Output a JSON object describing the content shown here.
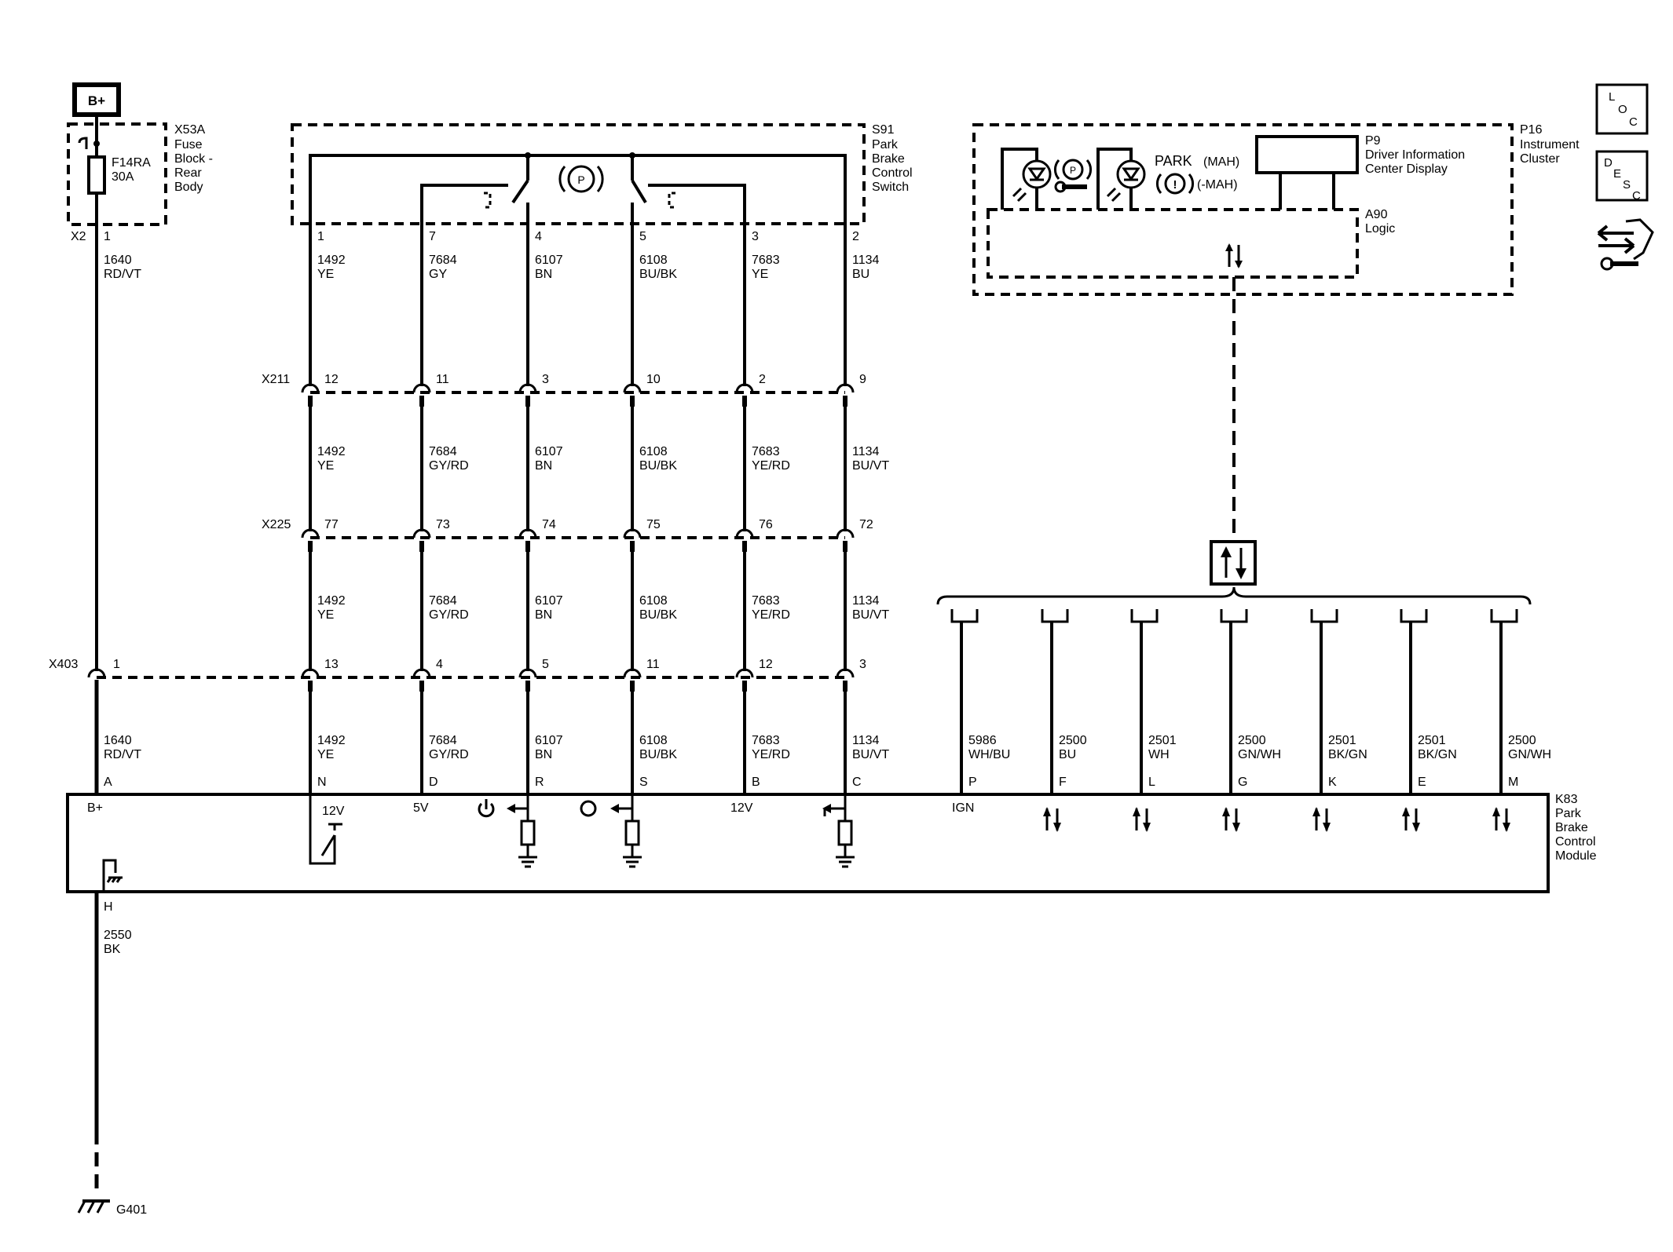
{
  "power_source": {
    "label": "B+"
  },
  "fuse_block": {
    "name": "X53A",
    "desc": [
      "Fuse",
      "Block -",
      "Rear",
      "Body"
    ],
    "fuse": "F14RA",
    "rating": "30A",
    "connector": "X2",
    "pin": "1"
  },
  "switch": {
    "name": "S91",
    "desc": [
      "Park",
      "Brake",
      "Control",
      "Switch"
    ],
    "park_symbol": "P"
  },
  "cluster": {
    "name": "P16",
    "desc": [
      "Instrument",
      "Cluster"
    ],
    "dic_name": "P9",
    "dic_desc": [
      "Driver Information",
      "Center Display"
    ],
    "logic_name": "A90",
    "logic_desc": "Logic",
    "park_text": "PARK",
    "mah_text": "(MAH)",
    "nmah_text": "(-MAH)",
    "p_symbol": "P",
    "warn_symbol": "!"
  },
  "module": {
    "name": "K83",
    "desc": [
      "Park",
      "Brake",
      "Control",
      "Module"
    ],
    "bplus": "B+",
    "v12_n": "12V",
    "v5": "5V",
    "v12_b": "12V",
    "ign": "IGN"
  },
  "connectors": {
    "x211": "X211",
    "x225": "X225",
    "x403": "X403"
  },
  "ground": {
    "name": "G401",
    "pin": "H",
    "wire_num": "2550",
    "wire_color": "BK"
  },
  "nav_icons": {
    "loc": [
      "L",
      "O",
      "C"
    ],
    "desc": [
      "D",
      "E",
      "S",
      "C"
    ]
  },
  "columns": [
    {
      "id": "bplus",
      "sw_pin": "1",
      "w1": [
        "1640",
        "RD/VT"
      ],
      "x403_pin": "1",
      "w4": [
        "1640",
        "RD/VT"
      ],
      "k83_pin": "A"
    },
    {
      "id": "c1492",
      "sw_pin": "1",
      "w1": [
        "1492",
        "YE"
      ],
      "x211_pin": "12",
      "w2": [
        "1492",
        "YE"
      ],
      "x225_pin": "77",
      "w3": [
        "1492",
        "YE"
      ],
      "x403_pin": "13",
      "w4": [
        "1492",
        "YE"
      ],
      "k83_pin": "N"
    },
    {
      "id": "c7684",
      "sw_pin": "7",
      "w1": [
        "7684",
        "GY"
      ],
      "x211_pin": "11",
      "w2": [
        "7684",
        "GY/RD"
      ],
      "x225_pin": "73",
      "w3": [
        "7684",
        "GY/RD"
      ],
      "x403_pin": "4",
      "w4": [
        "7684",
        "GY/RD"
      ],
      "k83_pin": "D"
    },
    {
      "id": "c6107",
      "sw_pin": "4",
      "w1": [
        "6107",
        "BN"
      ],
      "x211_pin": "3",
      "w2": [
        "6107",
        "BN"
      ],
      "x225_pin": "74",
      "w3": [
        "6107",
        "BN"
      ],
      "x403_pin": "5",
      "w4": [
        "6107",
        "BN"
      ],
      "k83_pin": "R"
    },
    {
      "id": "c6108",
      "sw_pin": "5",
      "w1": [
        "6108",
        "BU/BK"
      ],
      "x211_pin": "10",
      "w2": [
        "6108",
        "BU/BK"
      ],
      "x225_pin": "75",
      "w3": [
        "6108",
        "BU/BK"
      ],
      "x403_pin": "11",
      "w4": [
        "6108",
        "BU/BK"
      ],
      "k83_pin": "S"
    },
    {
      "id": "c7683",
      "sw_pin": "3",
      "w1": [
        "7683",
        "YE"
      ],
      "x211_pin": "2",
      "w2": [
        "7683",
        "YE/RD"
      ],
      "x225_pin": "76",
      "w3": [
        "7683",
        "YE/RD"
      ],
      "x403_pin": "12",
      "w4": [
        "7683",
        "YE/RD"
      ],
      "k83_pin": "B"
    },
    {
      "id": "c1134",
      "sw_pin": "2",
      "w1": [
        "1134",
        "BU"
      ],
      "x211_pin": "9",
      "w2": [
        "1134",
        "BU/VT"
      ],
      "x225_pin": "72",
      "w3": [
        "1134",
        "BU/VT"
      ],
      "x403_pin": "3",
      "w4": [
        "1134",
        "BU/VT"
      ],
      "k83_pin": "C"
    }
  ],
  "bus_wires": [
    {
      "num": "5986",
      "color": "WH/BU",
      "pin": "P"
    },
    {
      "num": "2500",
      "color": "BU",
      "pin": "F"
    },
    {
      "num": "2501",
      "color": "WH",
      "pin": "L"
    },
    {
      "num": "2500",
      "color": "GN/WH",
      "pin": "G"
    },
    {
      "num": "2501",
      "color": "BK/GN",
      "pin": "K"
    },
    {
      "num": "2501",
      "color": "BK/GN",
      "pin": "E"
    },
    {
      "num": "2500",
      "color": "GN/WH",
      "pin": "M"
    }
  ]
}
